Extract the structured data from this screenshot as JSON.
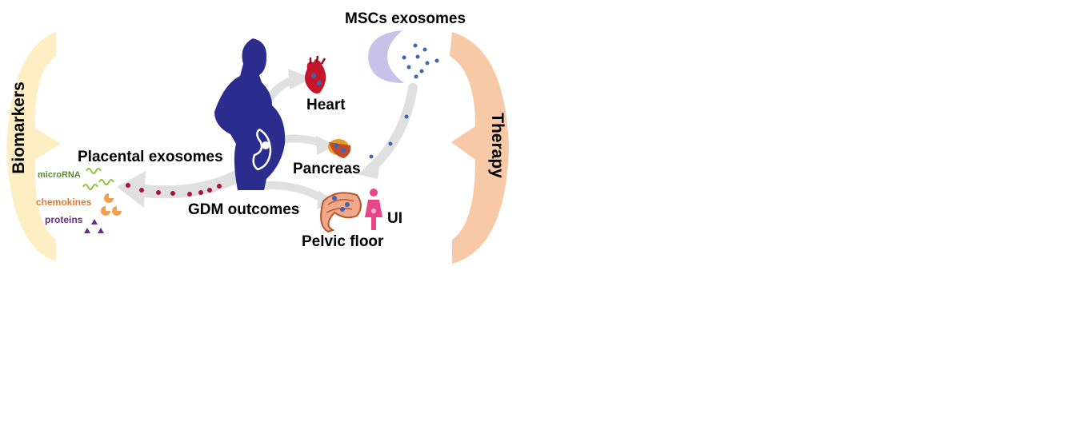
{
  "labels": {
    "msc_exosomes": "MSCs exosomes",
    "heart": "Heart",
    "pancreas": "Pancreas",
    "placental_exosomes": "Placental exosomes",
    "gdm_outcomes": "GDM outcomes",
    "pelvic_floor": "Pelvic floor",
    "ui": "UI",
    "biomarkers": "Biomarkers",
    "therapy": "Therapy",
    "microrna": "microRNA",
    "chemokines": "chemokines",
    "proteins": "proteins"
  },
  "colors": {
    "biomarkers_bracket": "#fdeec4",
    "therapy_bracket": "#f8c9a6",
    "silhouette": "#2b2d8e",
    "arrow": "#e0e0e0",
    "placental_dot": "#a8133a",
    "msc_dot": "#3a67b0",
    "msc_vesicle": "#c9c2e8",
    "microrna": "#5d8a2e",
    "microrna_wave": "#8cc63f",
    "chemokines": "#e07b2e",
    "proteins": "#6a2a8a",
    "ui_figure": "#e8458b"
  },
  "icons": [
    "heart-organ-icon",
    "pancreas-icon",
    "pelvic-floor-muscle-icon",
    "woman-figure-icon",
    "pregnant-woman-silhouette"
  ]
}
